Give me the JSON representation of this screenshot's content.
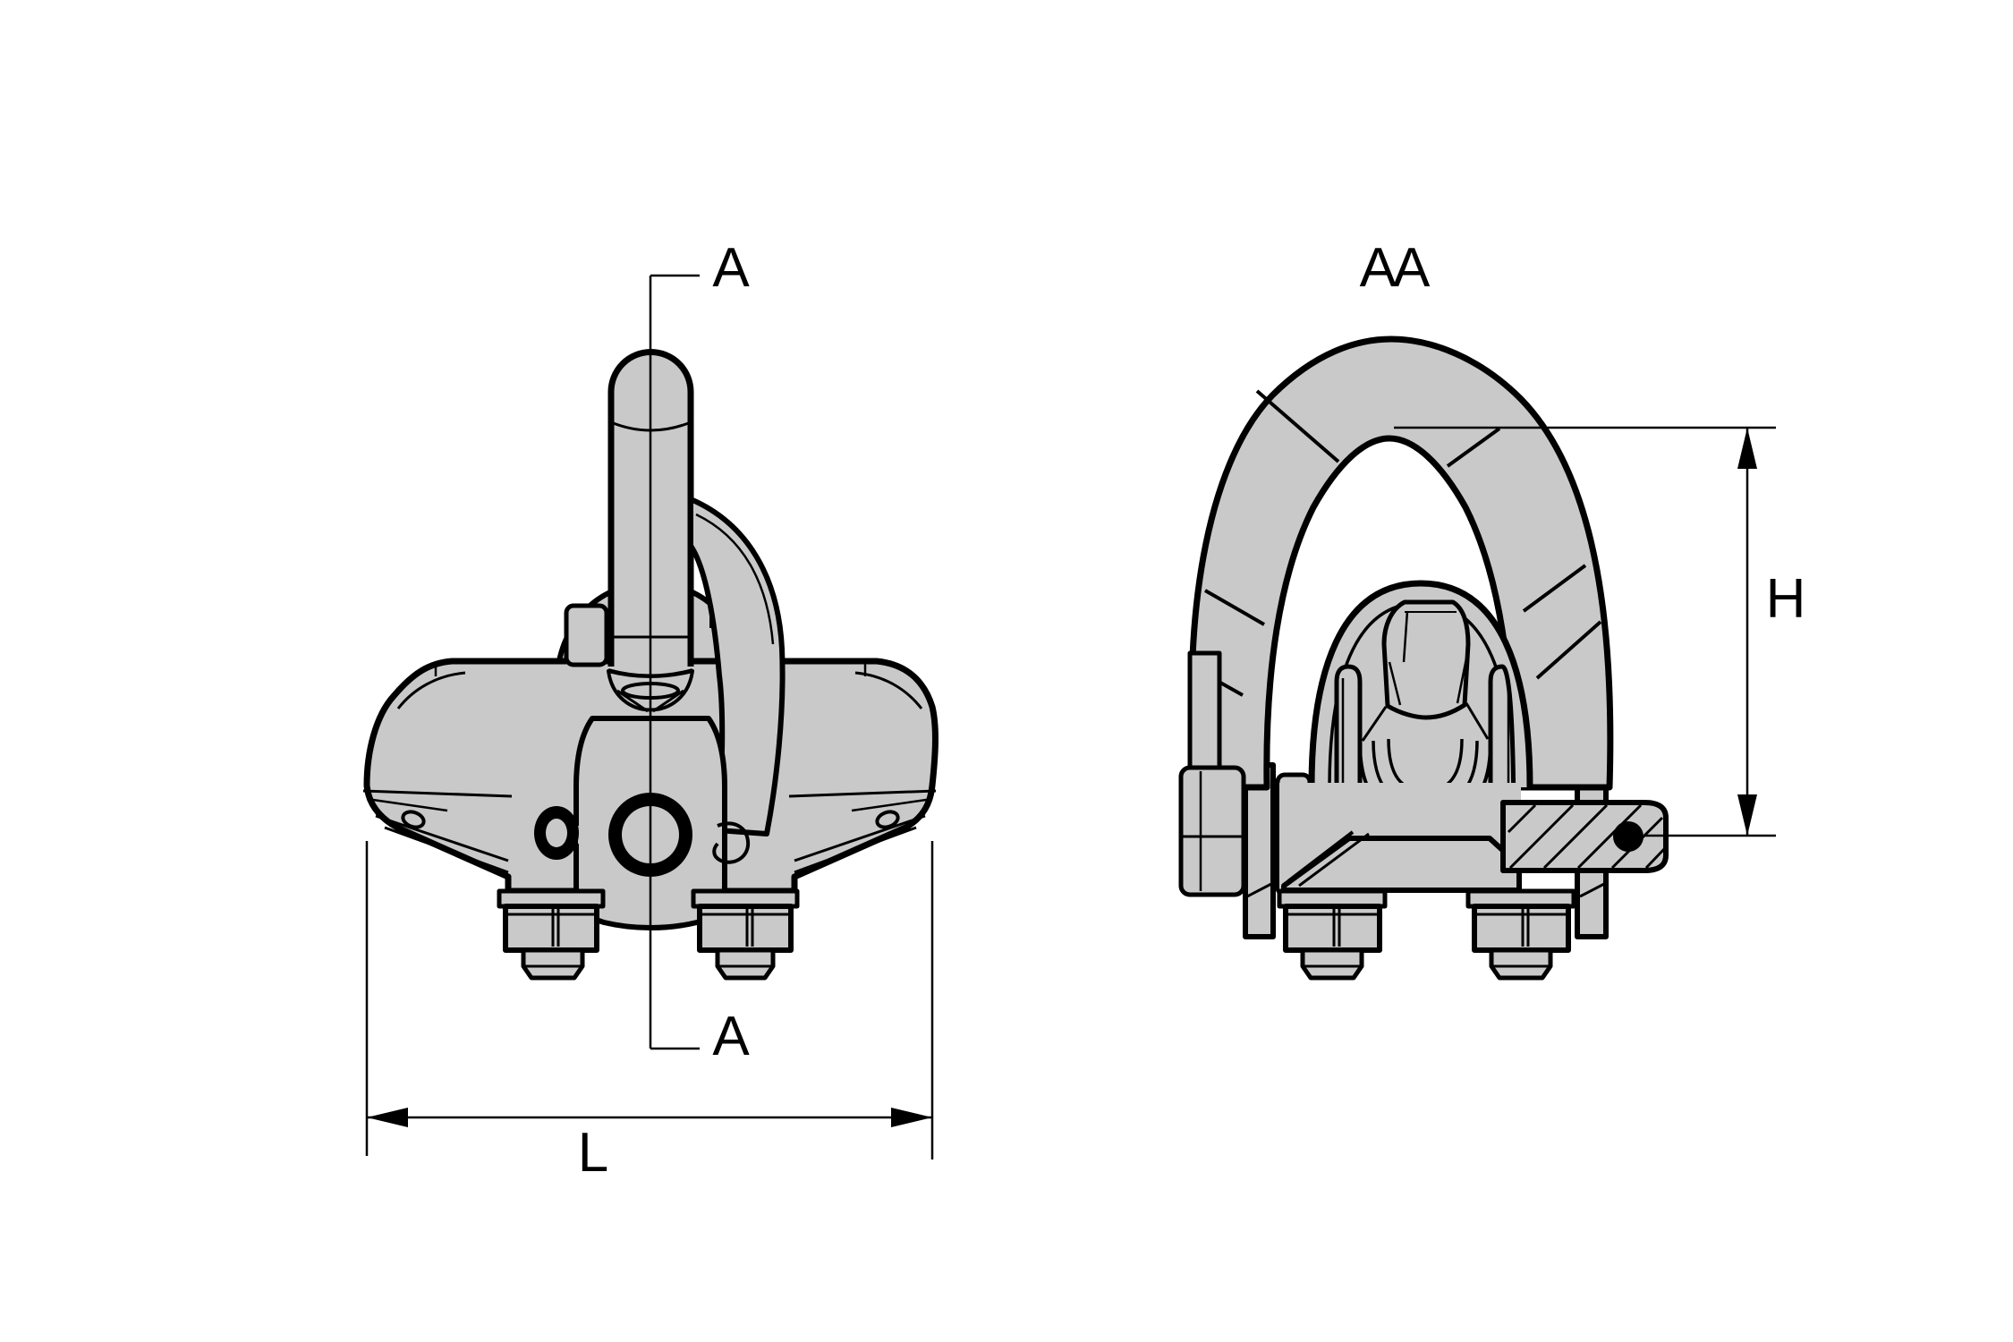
{
  "drawing": {
    "background": "#ffffff",
    "part_fill": "#c9c9c9",
    "line_color": "#000000",
    "views": {
      "front": {
        "section_marker_top": "A",
        "section_marker_bottom": "A",
        "width_dimension_label": "L"
      },
      "section": {
        "view_label": "AA",
        "height_dimension_label": "H"
      }
    }
  }
}
